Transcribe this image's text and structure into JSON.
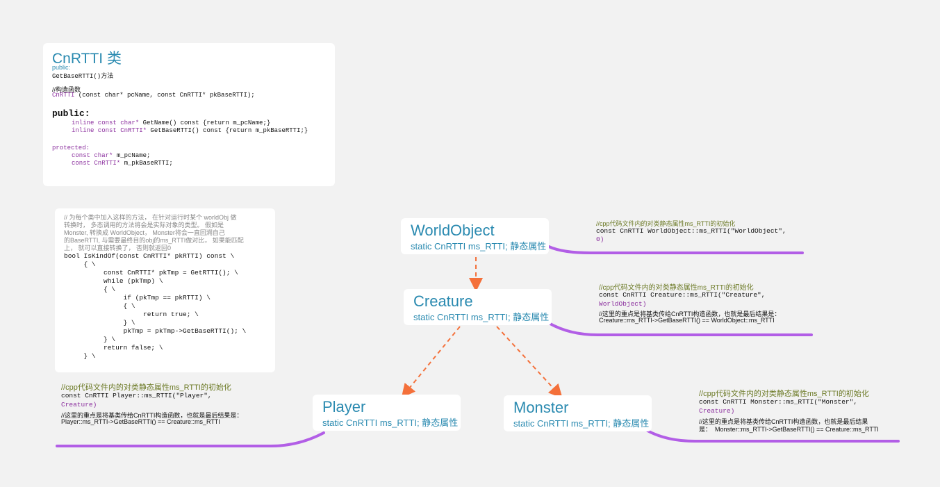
{
  "rtti_card": {
    "title": "CnRTTI 类",
    "public_small": "public:",
    "get_base": "GetBaseRTTI()方法",
    "ctor_comment": "//构造函数",
    "ctor_class": "CnRTTI",
    "ctor_rest": " (const char* pcName, const CnRTTI* pkBaseRTTI);",
    "public_big": "public:",
    "getname_kw": "inline const char*",
    "getname_rest": " GetName() const {return m_pcName;}",
    "getbase_kw": "inline const CnRTTI*",
    "getbase_rest": " GetBaseRTTI() const {return m_pkBaseRTTI;}",
    "protected": "protected:",
    "field1_kw": "const char*",
    "field1_rest": " m_pcName;",
    "field2_kw": "const CnRTTI*",
    "field2_rest": " m_pkBaseRTTI;"
  },
  "code_card": {
    "comment_lines": [
      "// 为每个类中加入这样的方法， 在针对运行时某个 worldObj 做",
      "转换时， 多态调用的方法将会是实际对象的类型。 假如是",
      "Monster, 转换成 WorldObject， Monster将会一直回溯自己",
      "的BaseRTTI, 与需要最终目的obj的ms_RTTI做对比， 如果能匹配",
      "上， 就可以直接转换了， 否则就返回0"
    ],
    "code_lines": [
      "bool IsKindOf(const CnRTTI* pkRTTI) const \\",
      "     { \\",
      "          const CnRTTI* pkTmp = GetRTTI(); \\",
      "          while (pkTmp) \\",
      "          { \\",
      "               if (pkTmp == pkRTTI) \\",
      "               { \\",
      "                    return true; \\",
      "               } \\",
      "               pkTmp = pkTmp->GetBaseRTTI(); \\",
      "          } \\",
      "          return false; \\",
      "     } \\"
    ]
  },
  "nodes": {
    "worldobject": {
      "title": "WorldObject",
      "sub": "static CnRTTI ms_RTTI; 静态属性"
    },
    "creature": {
      "title": "Creature",
      "sub": "static CnRTTI ms_RTTI; 静态属性"
    },
    "player": {
      "title": "Player",
      "sub": "static CnRTTI ms_RTTI; 静态属性"
    },
    "monster": {
      "title": "Monster",
      "sub": "static CnRTTI ms_RTTI; 静态属性"
    }
  },
  "annotations": {
    "worldobject": {
      "comment": "//cpp代码文件内的对类静态属性ms_RTTI的初始化",
      "line1": "const CnRTTI WorldObject::ms_RTTI(\"WorldObject\",",
      "line2": "0)"
    },
    "creature": {
      "comment": "//cpp代码文件内的对类静态属性ms_RTTI的初始化",
      "line1": "const CnRTTI Creature::ms_RTTI(\"Creature\",",
      "line2": "WorldObject)",
      "note1": "//这里的重点是将基类传给CnRTTI构造函数，也就是最后结果是：",
      "note2": "Creature::ms_RTTI->GetBaseRTTI() == WorldObject::ms_RTTI"
    },
    "player": {
      "comment": "//cpp代码文件内的对类静态属性ms_RTTI的初始化",
      "line1": "const CnRTTI Player::ms_RTTI(\"Player\",",
      "line2": "Creature)",
      "note1": "//这里的重点是将基类传给CnRTTI构造函数，也就是最后结果是：",
      "note2": "Player::ms_RTTI->GetBaseRTTI() == Creature::ms_RTTI"
    },
    "monster": {
      "comment": "//cpp代码文件内的对类静态属性ms_RTTI的初始化",
      "line1": "const CnRTTI Monster::ms_RTTI(\"Monster\",",
      "line2": "Creature)",
      "note1": "//这里的重点是将基类传给CnRTTI构造函数，也就是最后结果",
      "note2": "是：  Monster::ms_RTTI->GetBaseRTTI() == Creature::ms_RTTI"
    }
  },
  "colors": {
    "connector_purple": "#b25ee6",
    "arrow_orange": "#f4703a",
    "title_teal": "#2a8ab0",
    "keyword_purple": "#8b2f9e",
    "comment_olive": "#6c7a26"
  }
}
